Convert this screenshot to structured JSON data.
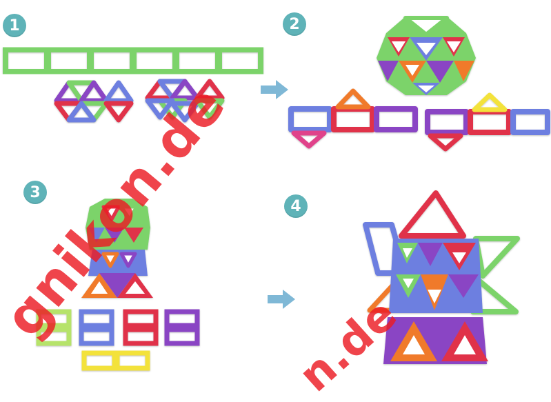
{
  "steps": {
    "s1": "1",
    "s2": "2",
    "s3": "3",
    "s4": "4"
  },
  "watermarks": {
    "main": "gnikon.de",
    "secondary": "n.de"
  },
  "colors": {
    "green": "#7bd36b",
    "blue": "#6d7fe0",
    "red": "#e0334a",
    "orange": "#f07a2b",
    "purple": "#8a45c4",
    "yellow": "#f3e23a",
    "teal": "#5fb3b8",
    "pink": "#e0428a"
  }
}
